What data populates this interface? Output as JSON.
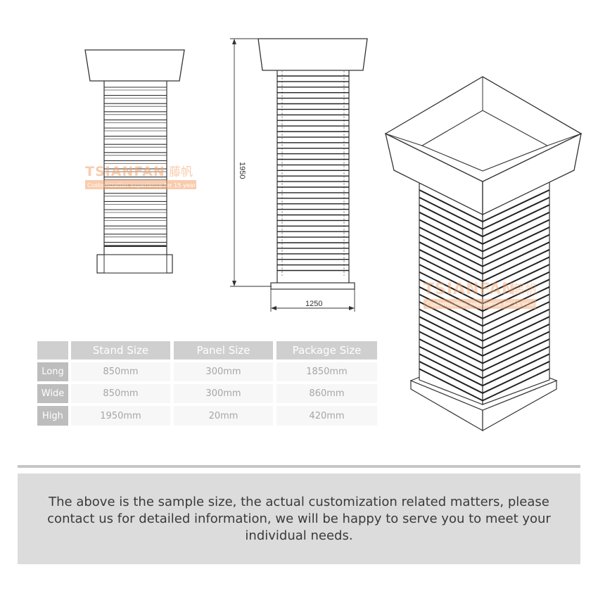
{
  "drawing": {
    "height_dimension": "1950",
    "width_dimension": "1250",
    "watermark_brand": "TSIANFAN",
    "watermark_chinese": "藤帆",
    "watermark_tagline": "Customization experience for 15 years",
    "accent_color": "#f5a36b"
  },
  "table": {
    "columns": [
      "Stand Size",
      "Panel Size",
      "Package Size"
    ],
    "rows": [
      {
        "label": "Long",
        "values": [
          "850mm",
          "300mm",
          "1850mm"
        ]
      },
      {
        "label": "Wide",
        "values": [
          "850mm",
          "300mm",
          "860mm"
        ]
      },
      {
        "label": "High",
        "values": [
          "1950mm",
          "20mm",
          "420mm"
        ]
      }
    ]
  },
  "note": "The above is the sample size, the actual customization related matters, please contact us for detailed information, we will be happy to serve you to meet your individual needs."
}
